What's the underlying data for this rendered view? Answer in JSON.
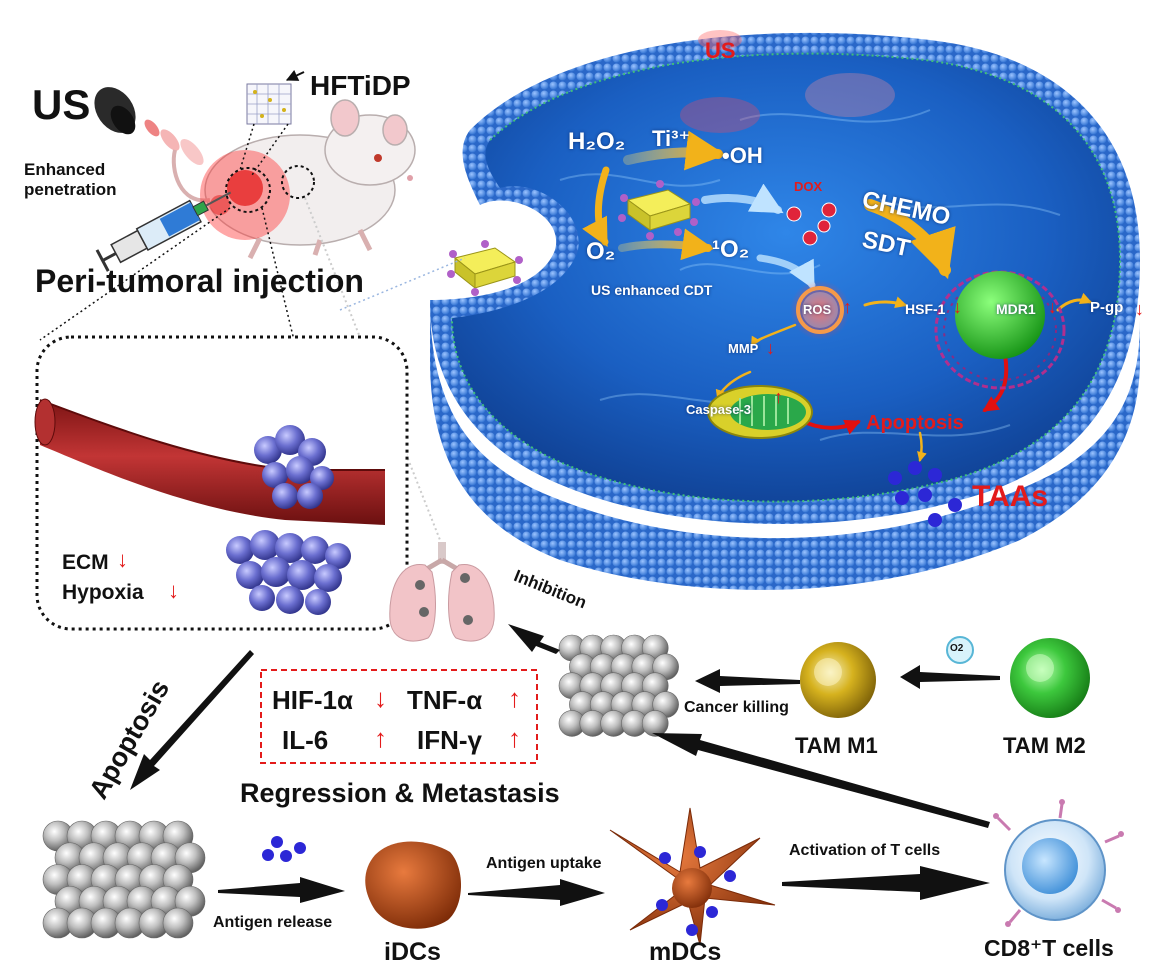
{
  "colors": {
    "cell_blue": "#1c63c8",
    "membrane_bead": "#4d8fe8",
    "vessel_red": "#a32222",
    "cluster_purple": "#6b6fd0",
    "nanosheet_yellow": "#e8e23a",
    "particle_purple": "#b060c8",
    "dox_red": "#e0243a",
    "nucleus_green": "#27c327",
    "tam_m1": "#d6b21e",
    "tam_m2": "#3dc83d",
    "dc_orange": "#c0521c",
    "tcell_blue": "#7fb9e8",
    "arrow_yellow": "#f2b21a",
    "indicator_red": "#e31b1b"
  },
  "icons": [
    "ultrasound-probe-icon",
    "mouse-icon",
    "syringe-icon",
    "lung-icon",
    "nanosheet-icon",
    "mitochondria-icon",
    "nucleus-icon",
    "ros-burst-icon"
  ],
  "labels": {
    "us_left": "US",
    "hftidp": "HFTiDP",
    "enhanced_penetration": "Enhanced\npenetration",
    "peri_tumoral_injection": "Peri-tumoral injection",
    "ecm": "ECM",
    "hypoxia": "Hypoxia",
    "apoptosis_left": "Apoptosis",
    "inhibition": "Inhibition",
    "hif": "HIF-1α",
    "tnf": "TNF-α",
    "il6": "IL-6",
    "ifn": "IFN-γ",
    "regression_metastasis": "Regression & Metastasis",
    "cancer_killing": "Cancer killing",
    "tam_m1": "TAM M1",
    "tam_m2": "TAM M2",
    "o2_bubble": "O2",
    "antigen_release": "Antigen release",
    "idcs": "iDCs",
    "antigen_uptake": "Antigen uptake",
    "mdcs": "mDCs",
    "activation_t_cells": "Activation of T cells",
    "cd8_t_cells": "CD8⁺T cells",
    "us_cell": "US",
    "h2o2": "H₂O₂",
    "ti3": "Ti³⁺",
    "oh": "•OH",
    "o2": "O₂",
    "singlet_o2": "¹O₂",
    "dox": "DOX",
    "chemo": "CHEMO",
    "sdt": "SDT",
    "us_enhanced_cdt": "US enhanced  CDT",
    "ros": "ROS",
    "hsf1": "HSF-1",
    "mdr1": "MDR1",
    "pgp": "P-gp",
    "mmp": "MMP",
    "caspase3": "Caspase-3",
    "apoptosis_cell": "Apoptosis",
    "taas": "TAAs"
  }
}
